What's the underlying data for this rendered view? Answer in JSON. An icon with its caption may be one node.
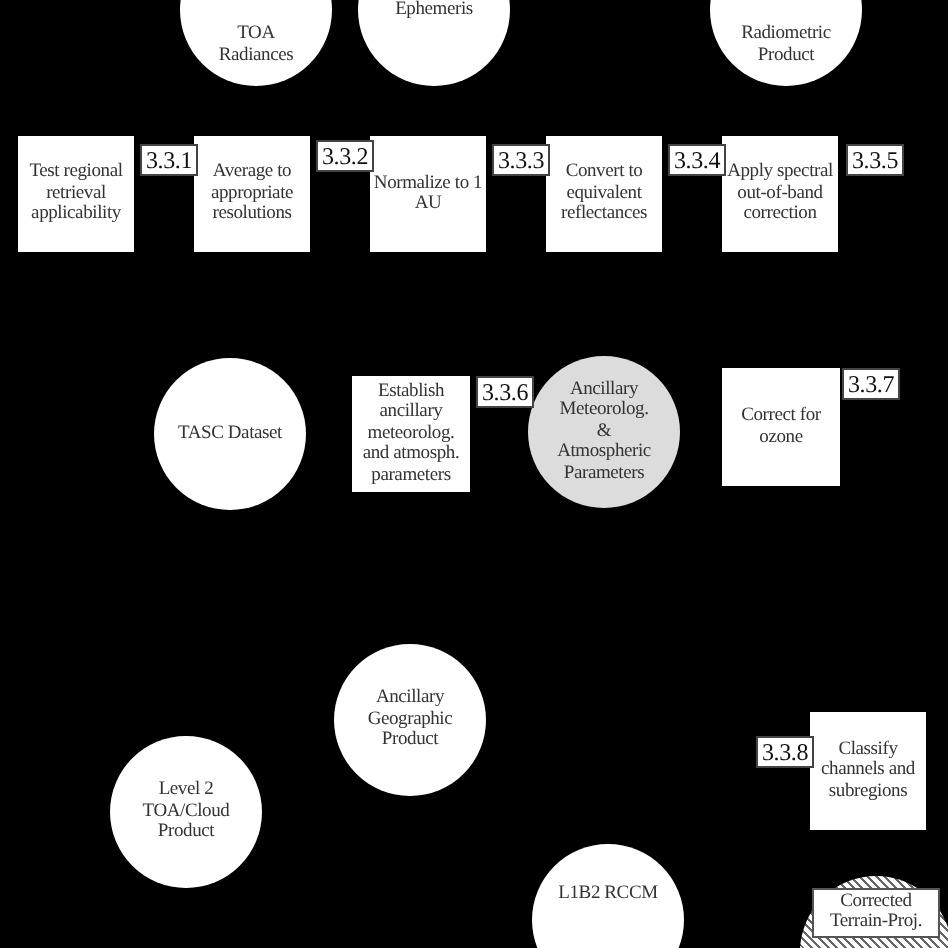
{
  "diagram": {
    "nodes": [
      {
        "text": [
          "TOA Radiances"
        ]
      },
      {
        "text": [
          "Ephemeris"
        ]
      },
      {
        "text": [
          "Radiometric Product"
        ]
      },
      {
        "text": [
          "Test regional retrieval applicability"
        ]
      },
      {
        "text": [
          "Average to appropriate resolutions"
        ]
      },
      {
        "text": [
          "Normalize to 1 AU"
        ]
      },
      {
        "text": [
          "Convert to equivalent reflectances"
        ]
      },
      {
        "text": [
          "Apply spectral out-of-band correction"
        ]
      },
      {
        "text": [
          "TASC Dataset"
        ]
      },
      {
        "text": [
          "Establish ancillary meteorolog. and atmosph. parameters"
        ]
      },
      {
        "text": [
          "Ancillary Meteorolog. & Atmospheric Parameters"
        ]
      },
      {
        "text": [
          "Correct for ozone"
        ]
      },
      {
        "text": [
          "Ancillary Geographic Product"
        ]
      },
      {
        "text": [
          "Level 2 TOA/Cloud Product"
        ]
      },
      {
        "text": [
          "Classify channels and subregions"
        ]
      },
      {
        "text": [
          "L1B2 RCCM"
        ]
      },
      {
        "text": [
          "Corrected Terrain-Proj."
        ]
      }
    ],
    "labels": [
      "3.3.1",
      "3.3.2",
      "3.3.3",
      "3.3.4",
      "3.3.5",
      "3.3.6",
      "3.3.7",
      "3.3.8"
    ]
  }
}
